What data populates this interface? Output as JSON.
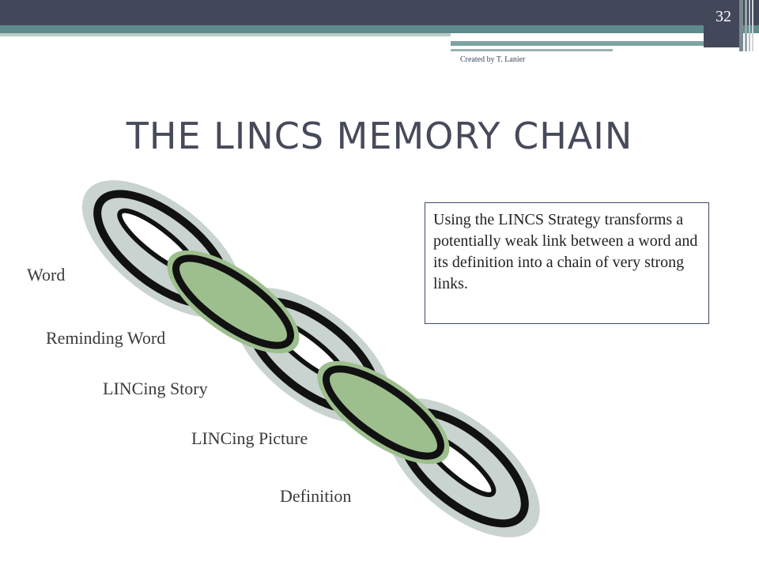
{
  "slide": {
    "number": "32",
    "credit": "Created by T. Lanier",
    "title": "THE LINCS MEMORY CHAIN"
  },
  "chain_labels": [
    "Word",
    "Reminding Word",
    "LINCing Story",
    "LINCing Picture",
    "Definition"
  ],
  "callout_text": "Using the LINCS Strategy transforms a potentially weak link between a word and its definition into a chain of very strong links.",
  "colors": {
    "header_dark": "#43475a",
    "header_teal": "#5e8a8c",
    "link_gray": "#c9d3d0",
    "link_green": "#9dbf8e",
    "outline": "#111111"
  }
}
